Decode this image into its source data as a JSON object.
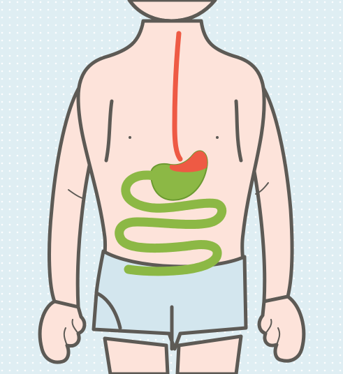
{
  "illustration": {
    "subject": "child-torso-digestive-system",
    "colors": {
      "background": "#dfeef3",
      "background_dots": "#ffffff",
      "skin": "#fde3da",
      "outline": "#5d5a55",
      "shorts": "#d3e6ee",
      "esophagus": "#ee5a44",
      "stomach_acid": "#ee5a44",
      "digestive_tract": "#8cb845",
      "digestive_tract_outline": "#6b9a30"
    },
    "organs": [
      "esophagus",
      "stomach",
      "small-intestine"
    ]
  }
}
